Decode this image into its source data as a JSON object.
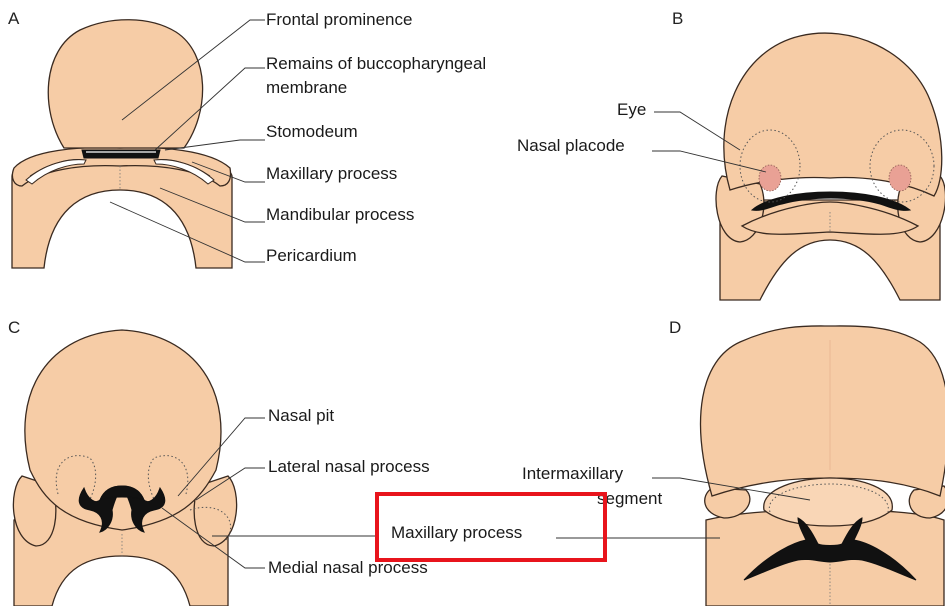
{
  "panels": {
    "a": {
      "letter": "A",
      "labels": {
        "frontal_prominence": "Frontal prominence",
        "buccopharyngeal_line1": "Remains of buccopharyngeal",
        "buccopharyngeal_line2": "membrane",
        "stomodeum": "Stomodeum",
        "maxillary_process": "Maxillary process",
        "mandibular_process": "Mandibular process",
        "pericardium": "Pericardium"
      }
    },
    "b": {
      "letter": "B",
      "labels": {
        "eye": "Eye",
        "nasal_placode": "Nasal placode"
      }
    },
    "c": {
      "letter": "C",
      "labels": {
        "nasal_pit": "Nasal pit",
        "lateral_nasal_process": "Lateral nasal process",
        "medial_nasal_process": "Medial nasal process"
      }
    },
    "d": {
      "letter": "D",
      "labels": {
        "intermaxillary_line1": "Intermaxillary",
        "intermaxillary_line2": "segment"
      }
    },
    "shared": {
      "maxillary_process": "Maxillary process"
    }
  },
  "highlight_color": "#e8141c",
  "skin_color": "#f6cca6"
}
